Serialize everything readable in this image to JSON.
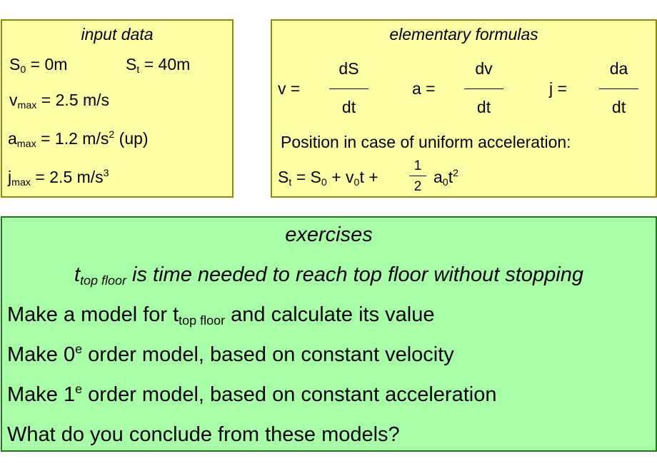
{
  "input_data": {
    "title": "input data",
    "s0": {
      "symbol": "S",
      "sub": "0",
      "rest": " = 0m"
    },
    "st": {
      "symbol": "S",
      "sub": "t",
      "rest": " = 40m"
    },
    "vmax": {
      "symbol": "v",
      "sub": "max",
      "rest": " =  2.5 m/s"
    },
    "amax": {
      "symbol": "a",
      "sub": "max",
      "rest": " = 1.2 m/s",
      "sup": "2",
      "tail": " (up)"
    },
    "jmax": {
      "symbol": "j",
      "sub": "max",
      "rest": " = 2.5 m/s",
      "sup": "3"
    }
  },
  "formulas": {
    "title": "elementary formulas",
    "velocity": {
      "lhs": "v =",
      "numerator": "dS",
      "denominator": "dt"
    },
    "acceleration": {
      "lhs": "a =",
      "numerator": "dv",
      "denominator": "dt"
    },
    "jerk": {
      "lhs": "j =",
      "numerator": "da",
      "denominator": "dt"
    },
    "position_caption": "Position in case of uniform acceleration:",
    "position": {
      "s": "S",
      "s_sub": "t",
      "eq": " = S",
      "s0_sub": "0",
      "plus_v": " + v",
      "v0_sub": "0",
      "t_plus": "t + ",
      "half_num": "1",
      "half_den": "2",
      "a": "a",
      "a0_sub": "0",
      "t": "t",
      "t_sup": "2"
    }
  },
  "exercises": {
    "title": "exercises",
    "definition": {
      "t": "t",
      "t_sub": "top floor",
      "rest": " is time needed to reach top floor without stopping"
    },
    "items": [
      {
        "pre": "Make a model for t",
        "sub": "top floor",
        "post": " and calculate its value"
      },
      {
        "pre": "Make 0",
        "sup": "e",
        "post": " order model, based on constant velocity"
      },
      {
        "pre": "Make 1",
        "sup": "e",
        "post": " order model, based on constant acceleration"
      },
      {
        "pre": "What do you conclude from these models?"
      }
    ]
  }
}
